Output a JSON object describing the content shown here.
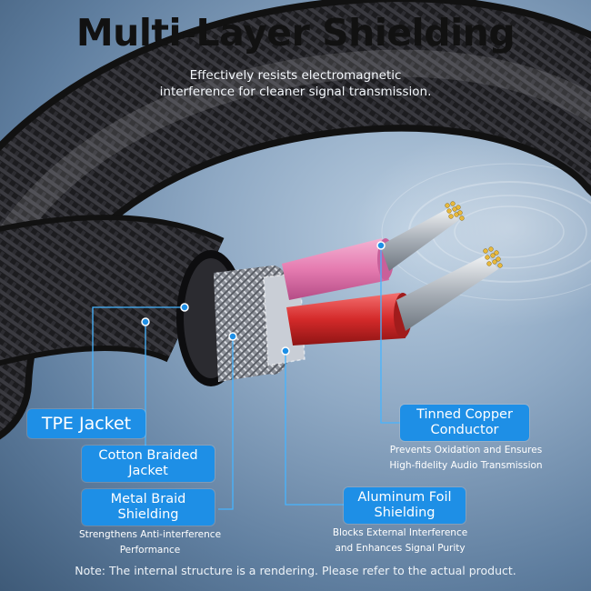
{
  "title": "Multi-Layer Shielding",
  "subtitle": {
    "line1": "Effectively resists electromagnetic",
    "line2": "interference for cleaner signal transmission."
  },
  "labels": {
    "tpe_jacket": "TPE Jacket",
    "cotton_braided": {
      "line1": "Cotton Braided",
      "line2": "Jacket"
    },
    "metal_braid": {
      "line1": "Metal Braid",
      "line2": "Shielding"
    },
    "aluminum_foil": {
      "line1": "Aluminum Foil",
      "line2": "Shielding"
    },
    "tinned_copper": {
      "line1": "Tinned Copper",
      "line2": "Conductor"
    }
  },
  "descriptions": {
    "metal_braid": {
      "line1": "Strengthens Anti-interference",
      "line2": "Performance"
    },
    "aluminum_foil": {
      "line1": "Blocks External Interference",
      "line2": "and Enhances Signal Purity"
    },
    "tinned_copper": {
      "line1": "Prevents Oxidation and Ensures",
      "line2": "High-fidelity Audio Transmission"
    }
  },
  "note": "Note: The internal structure is a rendering. Please refer to the actual product.",
  "colors": {
    "label_blue": "#1e8fe6",
    "pink_wire": "#e57bb0",
    "red_wire": "#d42a2a",
    "jacket_black": "#1a1a1c"
  }
}
